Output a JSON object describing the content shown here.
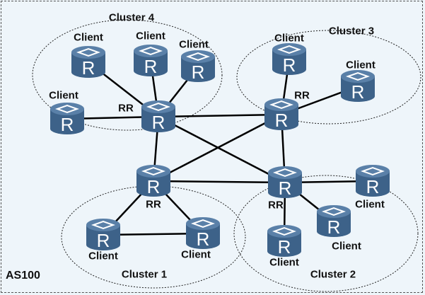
{
  "title": "BGP Route Reflector Clusters",
  "as_label": "AS100",
  "colors": {
    "router_body": "#3d6289",
    "router_top": "#5a80a8",
    "link": "#000000",
    "background": "#eef5fa",
    "icon_glyph": "#ffffff"
  },
  "router_glyph": "R",
  "clusters": [
    {
      "id": "c4",
      "label": "Cluster 4"
    },
    {
      "id": "c3",
      "label": "Cluster 3"
    },
    {
      "id": "c1",
      "label": "Cluster 1"
    },
    {
      "id": "c2",
      "label": "Cluster 2"
    }
  ],
  "routers": [
    {
      "id": "rr4",
      "role": "RR",
      "label": "RR",
      "cluster": "c4"
    },
    {
      "id": "c4a",
      "role": "Client",
      "label": "Client",
      "cluster": "c4"
    },
    {
      "id": "c4b",
      "role": "Client",
      "label": "Client",
      "cluster": "c4"
    },
    {
      "id": "c4c",
      "role": "Client",
      "label": "Client",
      "cluster": "c4"
    },
    {
      "id": "c4d",
      "role": "Client",
      "label": "Client",
      "cluster": "c4"
    },
    {
      "id": "rr3",
      "role": "RR",
      "label": "RR",
      "cluster": "c3"
    },
    {
      "id": "c3a",
      "role": "Client",
      "label": "Client",
      "cluster": "c3"
    },
    {
      "id": "c3b",
      "role": "Client",
      "label": "Client",
      "cluster": "c3"
    },
    {
      "id": "rr1",
      "role": "RR",
      "label": "RR",
      "cluster": "c1"
    },
    {
      "id": "c1a",
      "role": "Client",
      "label": "Client",
      "cluster": "c1"
    },
    {
      "id": "c1b",
      "role": "Client",
      "label": "Client",
      "cluster": "c1"
    },
    {
      "id": "rr2",
      "role": "RR",
      "label": "RR",
      "cluster": "c2"
    },
    {
      "id": "c2a",
      "role": "Client",
      "label": "Client",
      "cluster": "c2"
    },
    {
      "id": "c2b",
      "role": "Client",
      "label": "Client",
      "cluster": "c2"
    },
    {
      "id": "c2c",
      "role": "Client",
      "label": "Client",
      "cluster": "c2"
    }
  ],
  "links": [
    [
      "rr4",
      "c4a"
    ],
    [
      "rr4",
      "c4b"
    ],
    [
      "rr4",
      "c4c"
    ],
    [
      "rr4",
      "c4d"
    ],
    [
      "rr3",
      "c3a"
    ],
    [
      "rr3",
      "c3b"
    ],
    [
      "rr1",
      "c1a"
    ],
    [
      "rr1",
      "c1b"
    ],
    [
      "c1a",
      "c1b"
    ],
    [
      "rr2",
      "c2a"
    ],
    [
      "rr2",
      "c2b"
    ],
    [
      "rr2",
      "c2c"
    ],
    [
      "rr4",
      "rr3"
    ],
    [
      "rr4",
      "rr1"
    ],
    [
      "rr4",
      "rr2"
    ],
    [
      "rr3",
      "rr1"
    ],
    [
      "rr3",
      "rr2"
    ],
    [
      "rr1",
      "rr2"
    ]
  ]
}
